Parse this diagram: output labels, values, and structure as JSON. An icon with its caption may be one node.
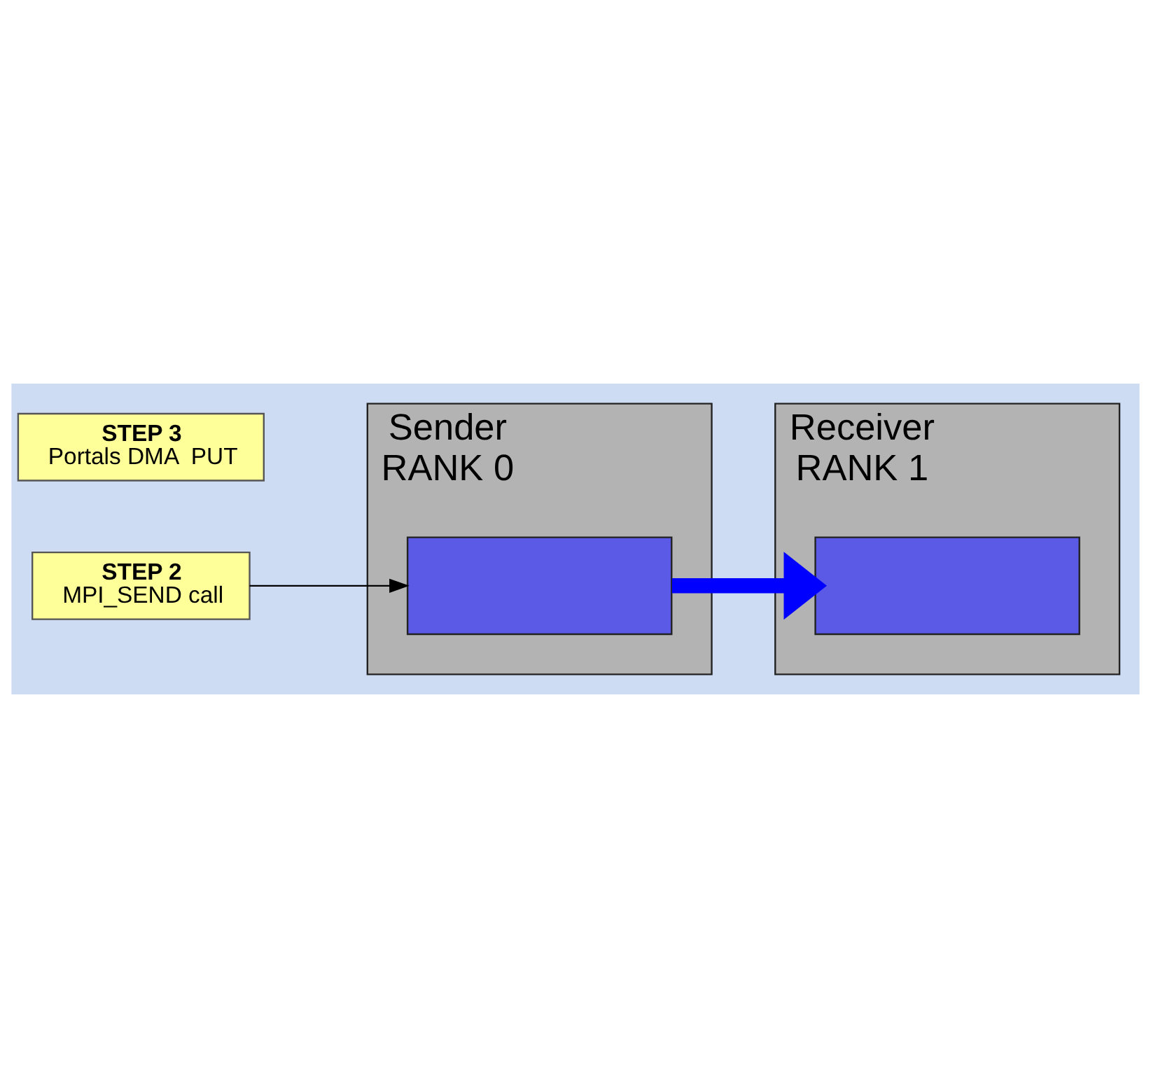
{
  "diagram": {
    "nodes": [
      {
        "text": [
          "Sender",
          "RANK 0"
        ]
      },
      {
        "text": [],
        "shape": "bar",
        "in": 0
      },
      {
        "text": [
          "STEP 2",
          "MPI_SEND call"
        ]
      },
      {
        "text": [
          "STEP 3",
          "Portals DMA  PUT"
        ]
      },
      {
        "text": [
          "Receiver",
          "RANK 1"
        ]
      },
      {
        "text": [],
        "shape": "bar",
        "in": 4
      }
    ],
    "edges": [
      {
        "from": 2,
        "to": 1,
        "arrow": "to"
      },
      {
        "from": 1,
        "to": 5,
        "arrow": "to",
        "style": "thick",
        "color": "#0000ff"
      }
    ]
  }
}
